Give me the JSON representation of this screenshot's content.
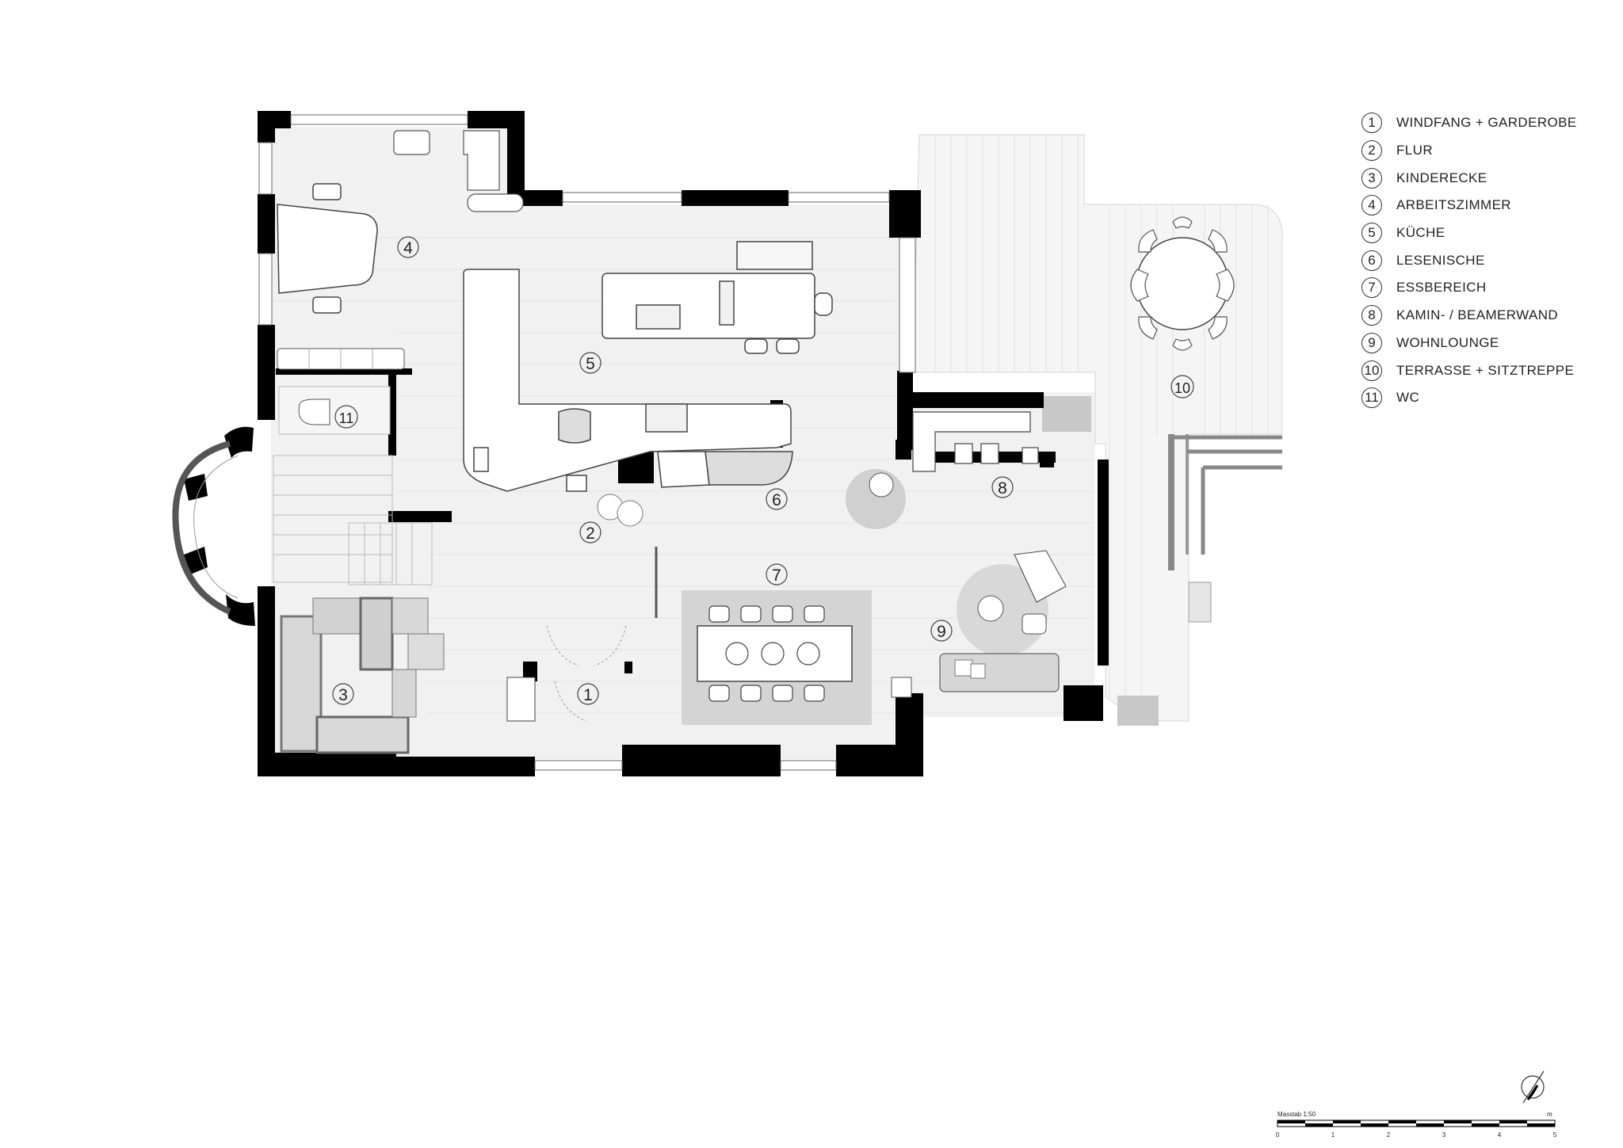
{
  "rooms": [
    {
      "number": "1",
      "label": "WINDFANG + GARDEROBE"
    },
    {
      "number": "2",
      "label": "FLUR"
    },
    {
      "number": "3",
      "label": "KINDERECKE"
    },
    {
      "number": "4",
      "label": "ARBEITSZIMMER"
    },
    {
      "number": "5",
      "label": "KÜCHE"
    },
    {
      "number": "6",
      "label": "LESENISCHE"
    },
    {
      "number": "7",
      "label": "ESSBEREICH"
    },
    {
      "number": "8",
      "label": "KAMIN- / BEAMERWAND"
    },
    {
      "number": "9",
      "label": "WOHNLOUNGE"
    },
    {
      "number": "10",
      "label": "TERRASSE + SITZTREPPE"
    },
    {
      "number": "11",
      "label": "WC"
    }
  ],
  "scale_bar": {
    "label": "Masstab 1:50",
    "unit": "m",
    "ticks": [
      "0",
      "1",
      "2",
      "3",
      "4",
      "5"
    ]
  },
  "colors": {
    "wall": "#000000",
    "floor": "#f2f2f2",
    "terrace": "#f4f4f4",
    "furniture_outline": "#444444"
  },
  "icons": {
    "north_arrow": "north-arrow-icon"
  }
}
